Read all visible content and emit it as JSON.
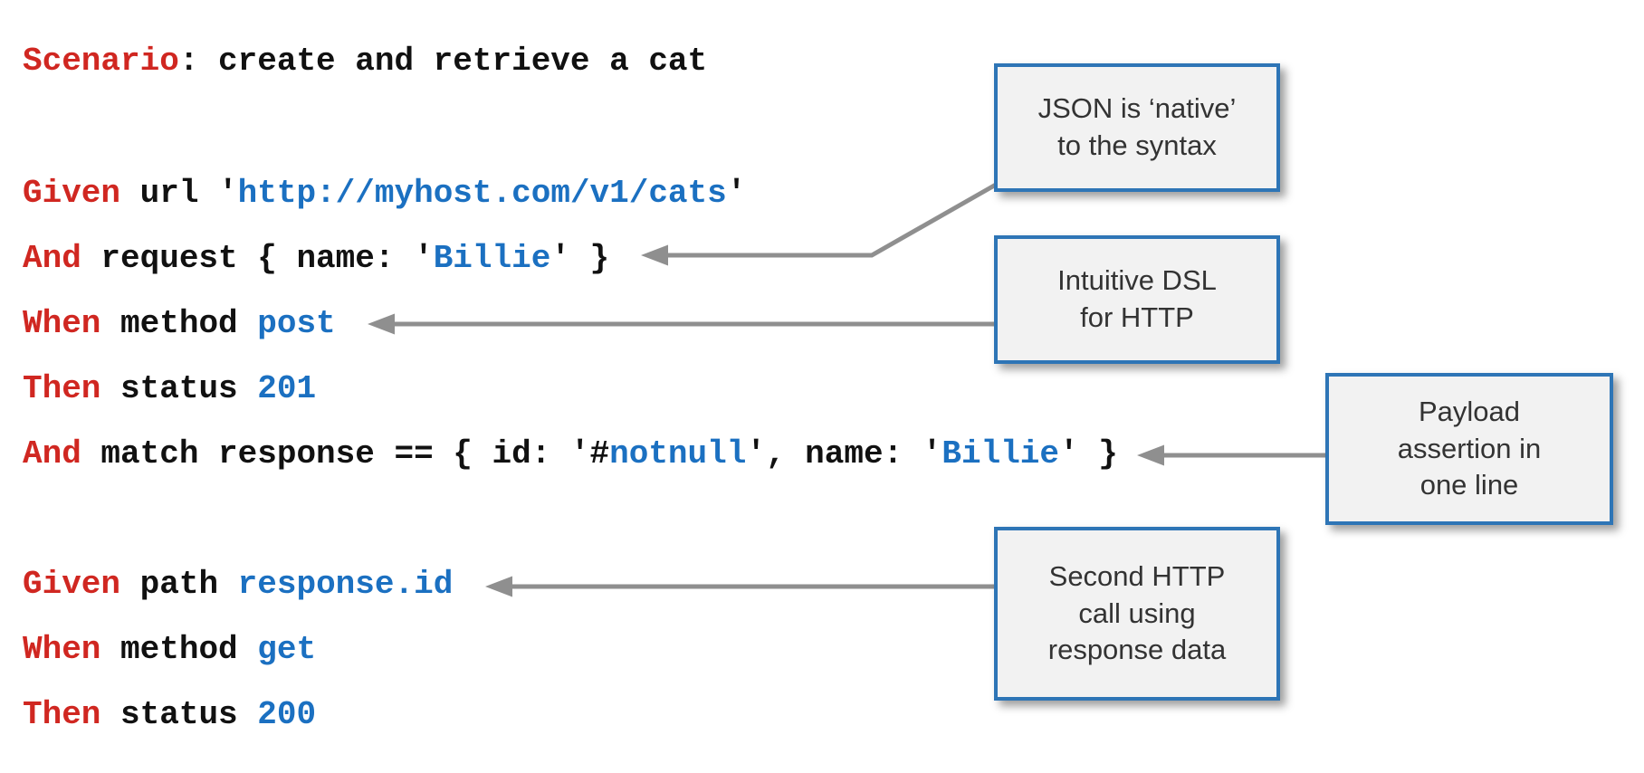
{
  "slide": {
    "kind": "annotated-code-diagram",
    "description": "Karate DSL scenario that creates and retrieves a cat, with callout annotations"
  },
  "colors": {
    "background": "#ffffff",
    "keyword": "#d02721",
    "value": "#1b70c1",
    "code_text": "#111111",
    "callout_bg": "#f2f2f2",
    "callout_border": "#2e75b6",
    "callout_text": "#333333",
    "arrow": "#8f8f8f"
  },
  "code": {
    "lines": [
      {
        "id": "scenario",
        "segments": [
          {
            "t": "Scenario",
            "c": "kw"
          },
          {
            "t": ": create and retrieve a cat",
            "c": "pl"
          }
        ]
      },
      {
        "id": "given-url",
        "segments": [
          {
            "t": "Given",
            "c": "kw"
          },
          {
            "t": " url '",
            "c": "pl"
          },
          {
            "t": "http://myhost.com/v1/cats",
            "c": "val"
          },
          {
            "t": "'",
            "c": "pl"
          }
        ]
      },
      {
        "id": "and-request",
        "segments": [
          {
            "t": "And",
            "c": "kw"
          },
          {
            "t": " request { name: '",
            "c": "pl"
          },
          {
            "t": "Billie",
            "c": "val"
          },
          {
            "t": "' }",
            "c": "pl"
          }
        ]
      },
      {
        "id": "when-post",
        "segments": [
          {
            "t": "When",
            "c": "kw"
          },
          {
            "t": " method ",
            "c": "pl"
          },
          {
            "t": "post",
            "c": "val"
          }
        ]
      },
      {
        "id": "then-201",
        "segments": [
          {
            "t": "Then",
            "c": "kw"
          },
          {
            "t": " status ",
            "c": "pl"
          },
          {
            "t": "201",
            "c": "val"
          }
        ]
      },
      {
        "id": "and-match",
        "segments": [
          {
            "t": "And",
            "c": "kw"
          },
          {
            "t": " match response == { id: '#",
            "c": "pl"
          },
          {
            "t": "notnull",
            "c": "val"
          },
          {
            "t": "', name: '",
            "c": "pl"
          },
          {
            "t": "Billie",
            "c": "val"
          },
          {
            "t": "' }",
            "c": "pl"
          }
        ]
      },
      {
        "id": "given-path",
        "segments": [
          {
            "t": "Given",
            "c": "kw"
          },
          {
            "t": " path ",
            "c": "pl"
          },
          {
            "t": "response.id",
            "c": "val"
          }
        ]
      },
      {
        "id": "when-get",
        "segments": [
          {
            "t": "When",
            "c": "kw"
          },
          {
            "t": " method ",
            "c": "pl"
          },
          {
            "t": "get",
            "c": "val"
          }
        ]
      },
      {
        "id": "then-200",
        "segments": [
          {
            "t": "Then",
            "c": "kw"
          },
          {
            "t": " status ",
            "c": "pl"
          },
          {
            "t": "200",
            "c": "val"
          }
        ]
      }
    ]
  },
  "callouts": [
    {
      "id": "json-native",
      "points_to": "and-request",
      "lines": [
        "JSON is ‘native’",
        "to the syntax"
      ]
    },
    {
      "id": "intuitive-dsl",
      "points_to": "when-post",
      "lines": [
        "Intuitive DSL",
        "for HTTP"
      ]
    },
    {
      "id": "payload-assertion",
      "points_to": "and-match",
      "lines": [
        "Payload",
        "assertion in",
        "one line"
      ]
    },
    {
      "id": "second-call",
      "points_to": "given-path",
      "lines": [
        "Second HTTP",
        "call using",
        "response data"
      ]
    }
  ]
}
